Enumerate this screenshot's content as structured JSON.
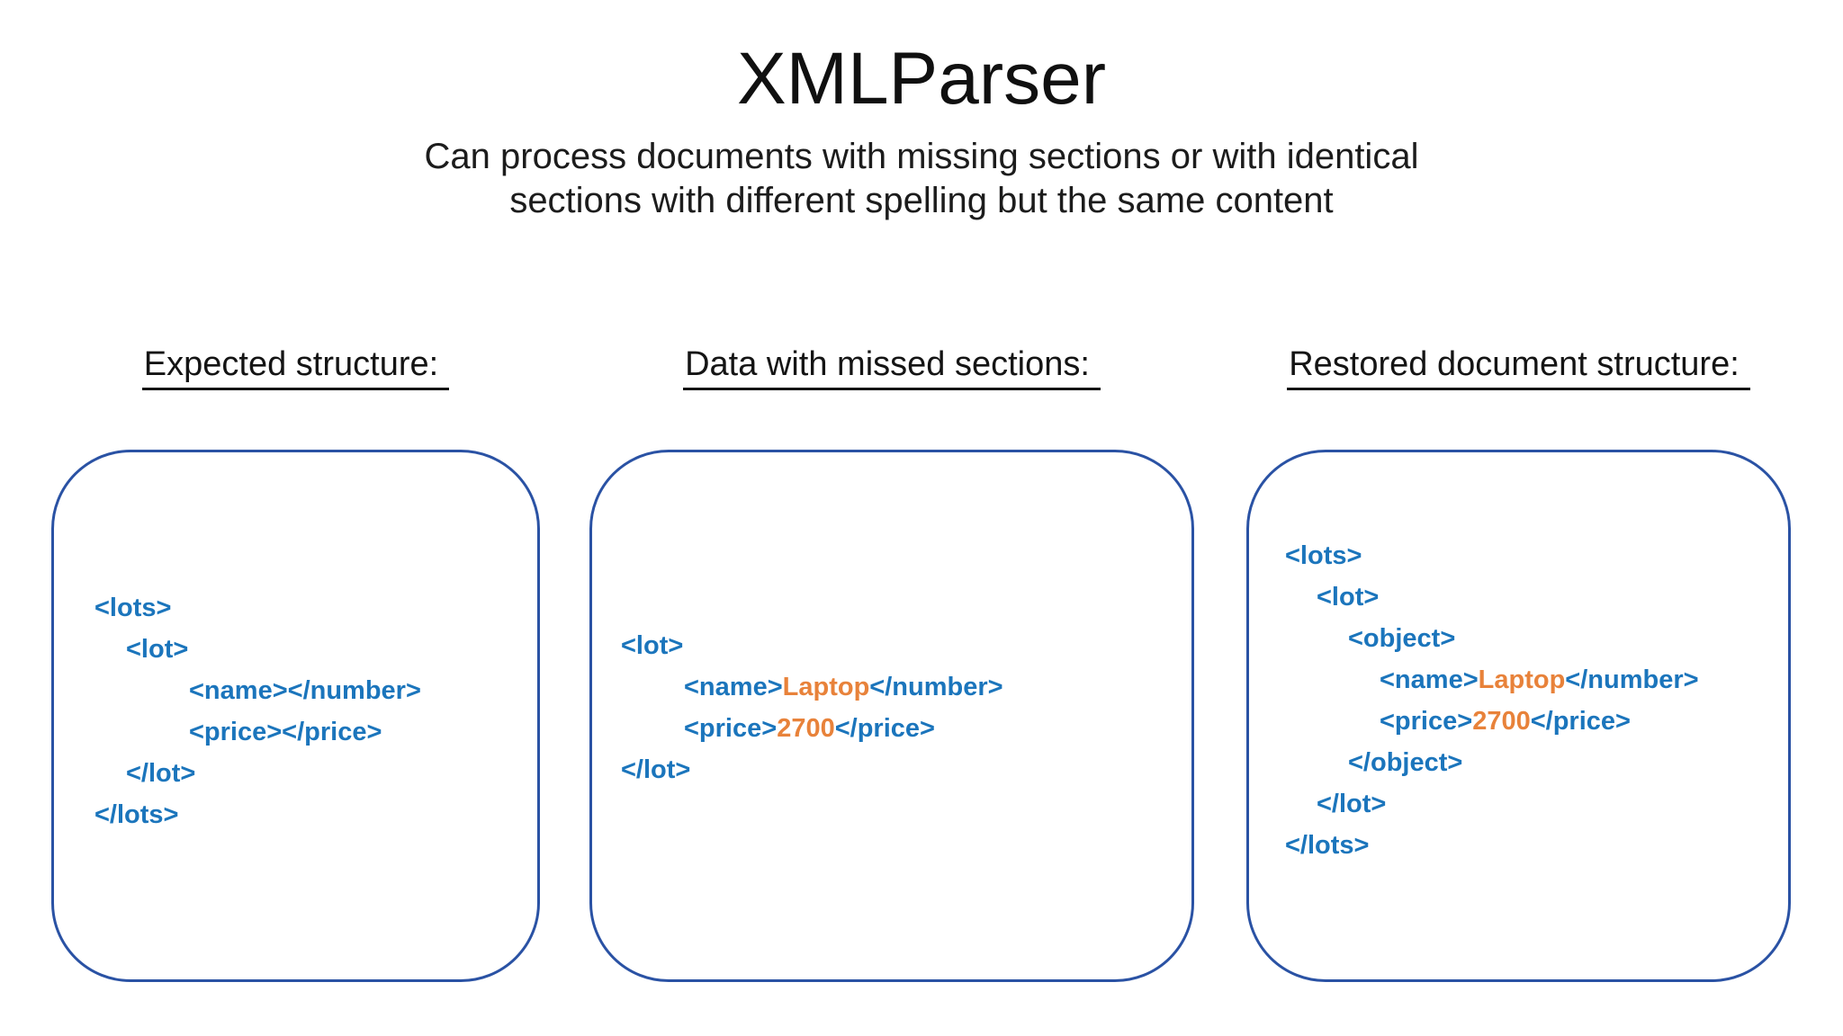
{
  "title": "XMLParser",
  "subtitle": {
    "line1": "Can process documents with missing sections or with identical",
    "line2": "sections with different spelling but the same content"
  },
  "colors": {
    "code_blue": "#1b75bc",
    "code_orange": "#e8823a",
    "box_border": "#2a52a4",
    "text_dark": "#141414"
  },
  "panels": [
    {
      "heading": "Expected structure:",
      "code": [
        {
          "indent": 0,
          "segments": [
            {
              "c": "blue",
              "t": "<lots>"
            }
          ]
        },
        {
          "indent": 1,
          "segments": [
            {
              "c": "blue",
              "t": "<lot>"
            }
          ]
        },
        {
          "indent": 3,
          "segments": [
            {
              "c": "blue",
              "t": "<name></number>"
            }
          ]
        },
        {
          "indent": 3,
          "segments": [
            {
              "c": "blue",
              "t": "<price></price>"
            }
          ]
        },
        {
          "indent": 1,
          "segments": [
            {
              "c": "blue",
              "t": "</lot>"
            }
          ]
        },
        {
          "indent": 0,
          "segments": [
            {
              "c": "blue",
              "t": "</lots>"
            }
          ]
        }
      ]
    },
    {
      "heading": "Data with missed sections:",
      "code": [
        {
          "indent": 0,
          "segments": [
            {
              "c": "blue",
              "t": "<lot>"
            }
          ]
        },
        {
          "indent": 2,
          "segments": [
            {
              "c": "blue",
              "t": "<name>"
            },
            {
              "c": "orange",
              "t": "Laptop"
            },
            {
              "c": "blue",
              "t": "</number>"
            }
          ]
        },
        {
          "indent": 2,
          "segments": [
            {
              "c": "blue",
              "t": "<price>"
            },
            {
              "c": "orange",
              "t": "2700"
            },
            {
              "c": "blue",
              "t": "</price>"
            }
          ]
        },
        {
          "indent": 0,
          "segments": [
            {
              "c": "blue",
              "t": "</lot>"
            }
          ]
        }
      ]
    },
    {
      "heading": "Restored document structure:",
      "code": [
        {
          "indent": 0,
          "segments": [
            {
              "c": "blue",
              "t": "<lots>"
            }
          ]
        },
        {
          "indent": 1,
          "segments": [
            {
              "c": "blue",
              "t": "<lot>"
            }
          ]
        },
        {
          "indent": 2,
          "segments": [
            {
              "c": "blue",
              "t": "<object>"
            }
          ]
        },
        {
          "indent": 3,
          "segments": [
            {
              "c": "blue",
              "t": "<name>"
            },
            {
              "c": "orange",
              "t": "Laptop"
            },
            {
              "c": "blue",
              "t": "</number>"
            }
          ]
        },
        {
          "indent": 3,
          "segments": [
            {
              "c": "blue",
              "t": "<price>"
            },
            {
              "c": "orange",
              "t": "2700"
            },
            {
              "c": "blue",
              "t": "</price>"
            }
          ]
        },
        {
          "indent": 2,
          "segments": [
            {
              "c": "blue",
              "t": "</object>"
            }
          ]
        },
        {
          "indent": 1,
          "segments": [
            {
              "c": "blue",
              "t": "</lot>"
            }
          ]
        },
        {
          "indent": 0,
          "segments": [
            {
              "c": "blue",
              "t": "</lots>"
            }
          ]
        }
      ]
    }
  ]
}
